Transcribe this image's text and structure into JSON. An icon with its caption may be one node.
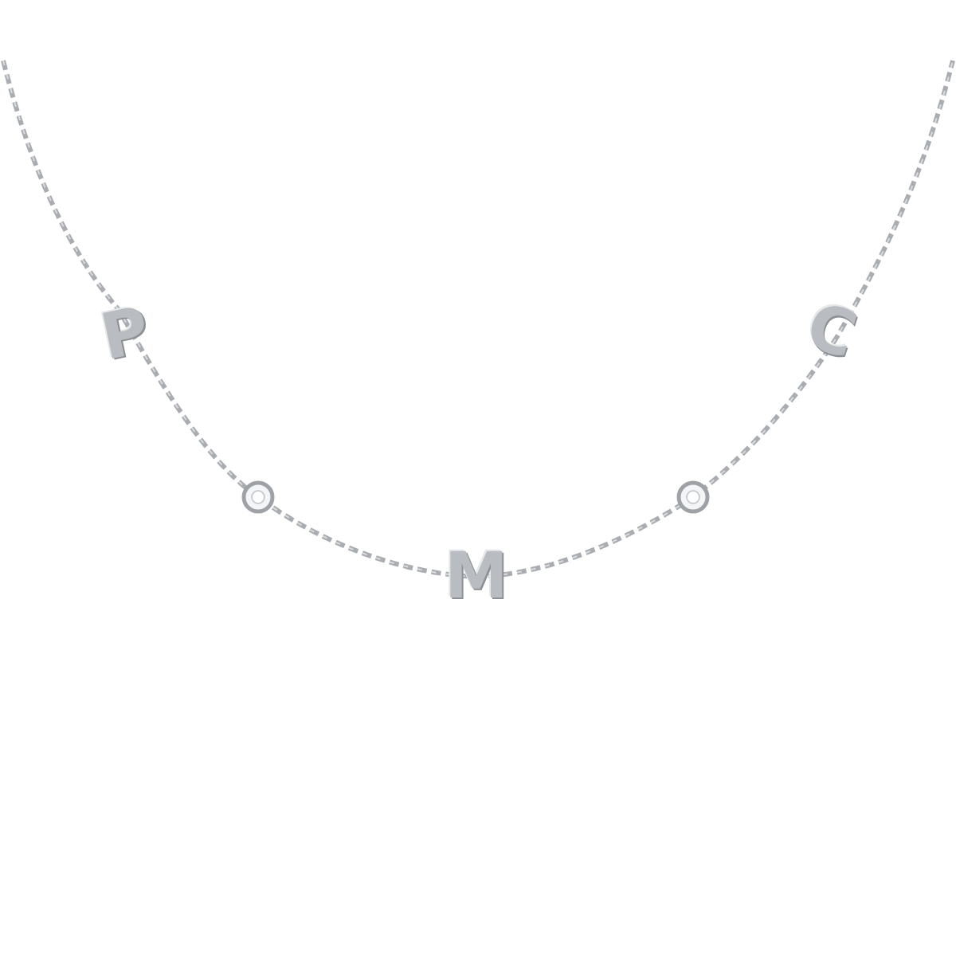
{
  "diagram": {
    "labels": [
      "P",
      "M",
      "C"
    ]
  }
}
